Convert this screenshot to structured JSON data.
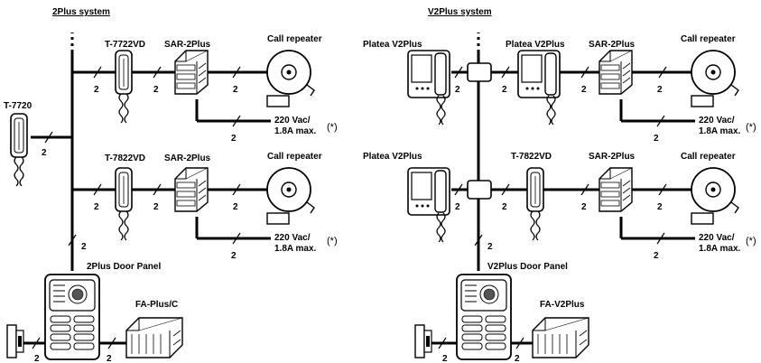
{
  "left": {
    "title": "2Plus system",
    "monitor_left": "T-7720",
    "top_row": {
      "device": "T-7722VD",
      "relay": "SAR-2Plus",
      "repeater": "Call repeater"
    },
    "bottom_row": {
      "device": "T-7822VD",
      "relay": "SAR-2Plus",
      "repeater": "Call repeater"
    },
    "power_line1": "220 Vac/",
    "power_line2": "1.8A max.",
    "asterisk": "(*)",
    "door_panel": "2Plus Door Panel",
    "power_supply": "FA-Plus/C"
  },
  "right": {
    "title": "V2Plus system",
    "top_row": {
      "device1": "Platea V2Plus",
      "device2": "Platea V2Plus",
      "relay": "SAR-2Plus",
      "repeater": "Call repeater"
    },
    "bottom_row": {
      "device1": "Platea V2Plus",
      "device2": "T-7822VD",
      "relay": "SAR-2Plus",
      "repeater": "Call repeater"
    },
    "power_line1": "220 Vac/",
    "power_line2": "1.8A max.",
    "asterisk": "(*)",
    "door_panel": "V2Plus Door Panel",
    "power_supply": "FA-V2Plus"
  },
  "wire_count": "2"
}
